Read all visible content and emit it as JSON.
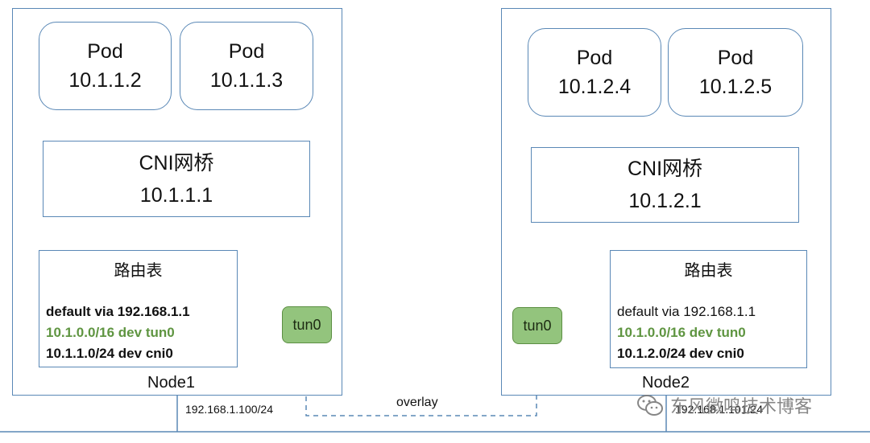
{
  "node1": {
    "label": "Node1",
    "pods": [
      {
        "title": "Pod",
        "ip": "10.1.1.2"
      },
      {
        "title": "Pod",
        "ip": "10.1.1.3"
      }
    ],
    "bridge": {
      "title": "CNI网桥",
      "ip": "10.1.1.1"
    },
    "route_table": {
      "title": "路由表",
      "routes": [
        "default via 192.168.1.1",
        "10.1.0.0/16 dev tun0",
        "10.1.1.0/24 dev cni0"
      ]
    },
    "tun": "tun0",
    "host_ip": "192.168.1.100/24"
  },
  "node2": {
    "label": "Node2",
    "pods": [
      {
        "title": "Pod",
        "ip": "10.1.2.4"
      },
      {
        "title": "Pod",
        "ip": "10.1.2.5"
      }
    ],
    "bridge": {
      "title": "CNI网桥",
      "ip": "10.1.2.1"
    },
    "route_table": {
      "title": "路由表",
      "routes": [
        "default via 192.168.1.1",
        "10.1.0.0/16 dev tun0",
        "10.1.2.0/24 dev cni0"
      ]
    },
    "tun": "tun0",
    "host_ip": "192.168.1.101/24"
  },
  "overlay_label": "overlay",
  "watermark": {
    "text": "东风微鸣技术博客",
    "icon": "wechat-icon"
  },
  "colors": {
    "border": "#5a88b6",
    "tun_fill": "#93c47d",
    "tun_route_text": "#5f9541",
    "overlay_line": "#5a88b6"
  }
}
